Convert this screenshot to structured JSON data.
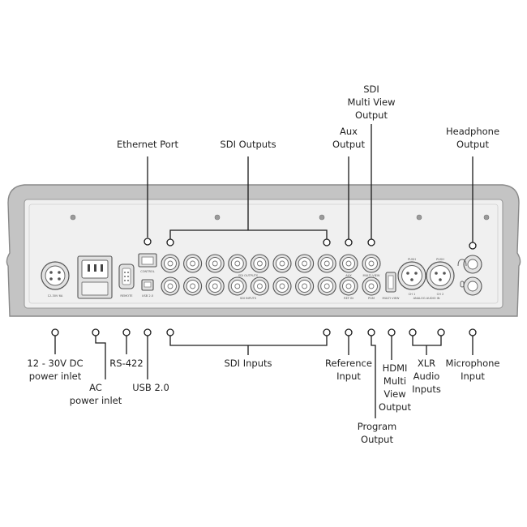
{
  "labels": {
    "sdi_multiview_output": "SDI\nMulti View\nOutput",
    "headphone_output": "Headphone\nOutput",
    "ethernet_port": "Ethernet Port",
    "sdi_outputs": "SDI Outputs",
    "aux_output": "Aux\nOutput",
    "dc_power_inlet": "12 - 30V DC\npower inlet",
    "ac_power_inlet": "AC\npower inlet",
    "rs422": "RS-422",
    "usb": "USB 2.0",
    "sdi_inputs": "SDI Inputs",
    "reference_input": "Reference\nInput",
    "hdmi_multiview_output": "HDMI\nMulti\nView\nOutput",
    "xlr_audio_inputs": "XLR\nAudio\nInputs",
    "microphone_input": "Microphone\nInput",
    "program_output": "Program\nOutput"
  },
  "panel_text": {
    "dc": "12-30V 6A",
    "remote": "REMOTE",
    "control": "CONTROL",
    "usb": "USB 2.0",
    "sdi_outputs": "SDI OUTPUTS",
    "sdi_inputs": "SDI INPUTS",
    "aux": "AUX",
    "ref_in": "REF IN",
    "multiview": "MULTI VIEW",
    "pgm": "PGM",
    "push1": "PUSH",
    "push2": "PUSH",
    "analog_audio_in": "ANALOG AUDIO IN",
    "ch1": "CH 1",
    "ch2": "CH 2"
  },
  "colors": {
    "chassis": "#c4c4c4",
    "panel": "#f0f0f0",
    "line": "#1a1a1a",
    "text": "#222222"
  }
}
